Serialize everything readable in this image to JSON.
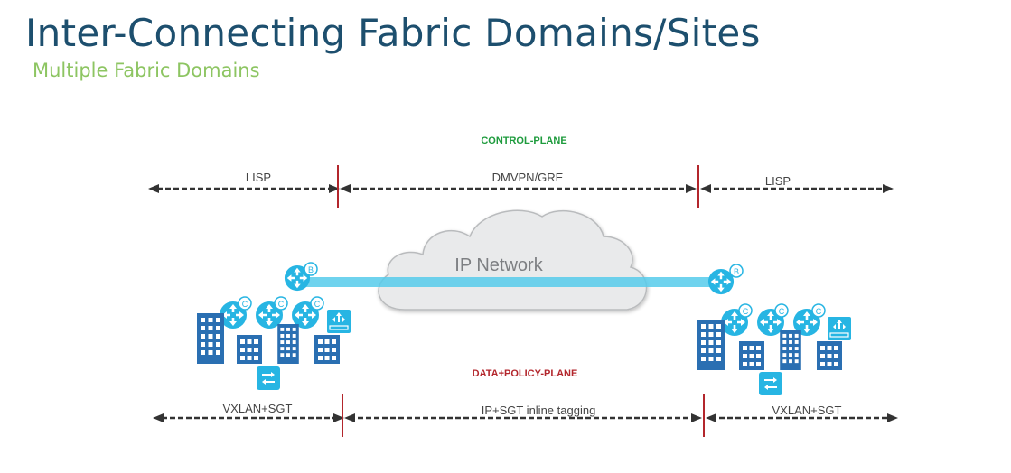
{
  "title": "Inter-Connecting Fabric Domains/Sites",
  "subtitle": "Multiple Fabric Domains",
  "control_plane": {
    "label": "CONTROL-PLANE",
    "color": "#1e9b3d",
    "segments": [
      "LISP",
      "DMVPN/GRE",
      "LISP"
    ]
  },
  "cloud": {
    "label": "IP Network"
  },
  "data_plane": {
    "label": "DATA+POLICY-PLANE",
    "color": "#b3262c",
    "segments": [
      "VXLAN+SGT",
      "IP+SGT inline tagging",
      "VXLAN+SGT"
    ]
  },
  "badges": {
    "border": "B",
    "control": "C"
  },
  "colors": {
    "title": "#1d4f6e",
    "subtitle": "#8dc562",
    "device": "#27b5e3",
    "building": "#2a6fb2",
    "link": "#56cbeb",
    "divider": "#b3262c"
  },
  "icons": {
    "router": "router-icon",
    "building": "building-icon",
    "switch": "switch-icon",
    "wlc": "wireless-controller-icon"
  }
}
